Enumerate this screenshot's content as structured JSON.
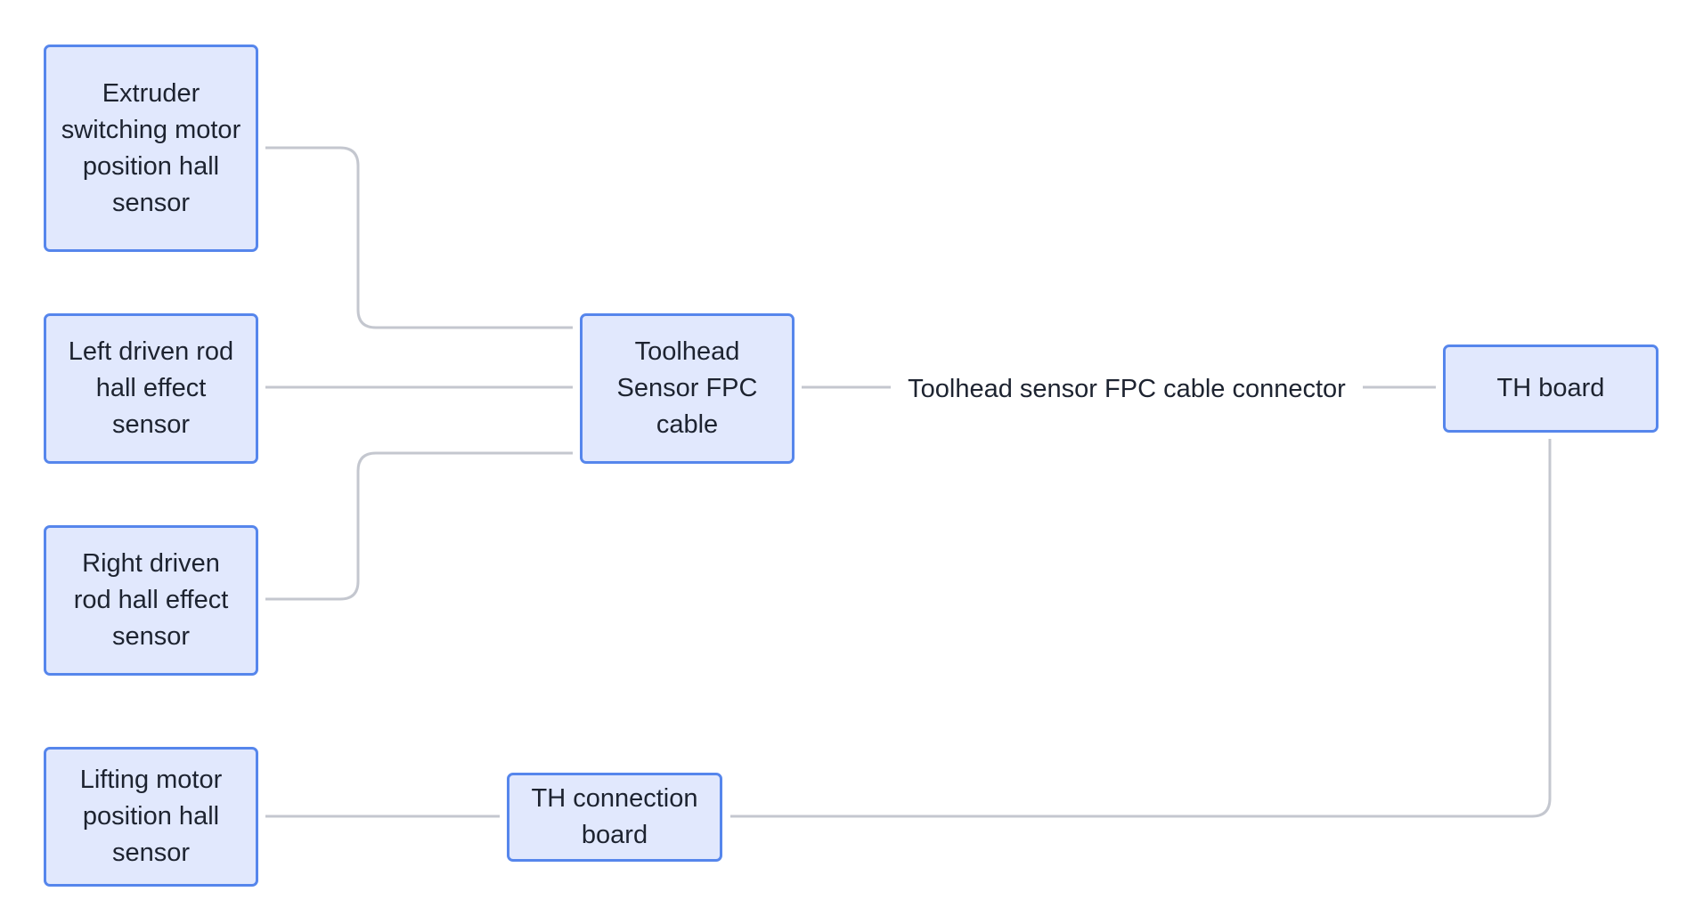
{
  "diagram": {
    "nodes": {
      "extruder_sensor": "Extruder switching motor position hall sensor",
      "left_rod_sensor": "Left driven rod hall effect sensor",
      "right_rod_sensor": "Right driven rod hall effect sensor",
      "lifting_motor_sensor": "Lifting motor position hall sensor",
      "fpc_cable": "Toolhead Sensor FPC cable",
      "connection_board": "TH connection board",
      "th_board": "TH board"
    },
    "edge_labels": {
      "fpc_connector": "Toolhead sensor FPC cable connector"
    },
    "edges": [
      {
        "from": "extruder_sensor",
        "to": "fpc_cable"
      },
      {
        "from": "left_rod_sensor",
        "to": "fpc_cable"
      },
      {
        "from": "right_rod_sensor",
        "to": "fpc_cable"
      },
      {
        "from": "fpc_cable",
        "to": "th_board",
        "label": "Toolhead sensor FPC cable connector"
      },
      {
        "from": "lifting_motor_sensor",
        "to": "connection_board"
      },
      {
        "from": "connection_board",
        "to": "th_board"
      }
    ],
    "colors": {
      "node_fill": "#e1e8fd",
      "node_border": "#5686ec",
      "edge": "#c4c7cf",
      "text": "#1d2330"
    }
  }
}
